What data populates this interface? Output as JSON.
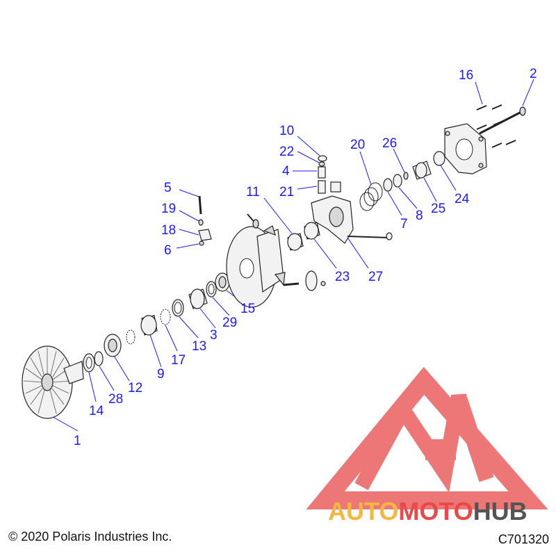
{
  "callouts": {
    "c1": "1",
    "c2": "2",
    "c3": "3",
    "c4": "4",
    "c5": "5",
    "c6": "6",
    "c7": "7",
    "c8": "8",
    "c9": "9",
    "c10": "10",
    "c11": "11",
    "c12": "12",
    "c13": "13",
    "c14": "14",
    "c15": "15",
    "c16": "16",
    "c17": "17",
    "c18": "18",
    "c19": "19",
    "c20": "20",
    "c21": "21",
    "c22": "22",
    "c23": "23",
    "c24": "24",
    "c25": "25",
    "c26": "26",
    "c27": "27",
    "c28": "28",
    "c29": "29"
  },
  "footer": {
    "copyright": "© 2020 Polaris Industries Inc.",
    "drawing_code": "C701320"
  },
  "watermark": {
    "text": "AUTOMOTOHUB",
    "text_part_a": "AUTO",
    "text_part_b": "MOTO",
    "text_part_c": "HUB",
    "colors": {
      "logo": "#e84a4a",
      "auto": "#f5b642",
      "moto": "#e84a4a",
      "hub": "#555555"
    }
  },
  "colors": {
    "callout": "#1a1aff",
    "line": "#222222"
  }
}
